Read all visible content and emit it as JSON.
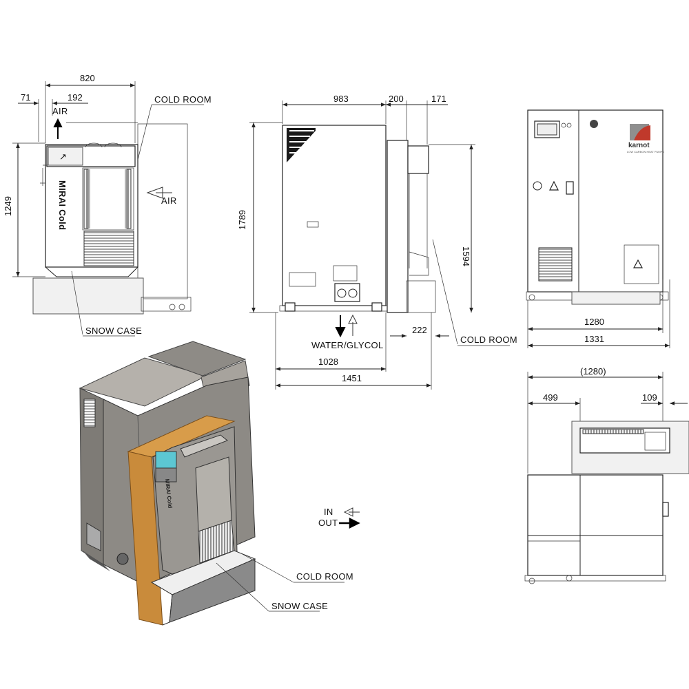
{
  "brand": {
    "name": "karnot",
    "tagline": "LOW CARBON HEAT PUMPS",
    "logo_colors": [
      "#9a9a9a",
      "#c0392b"
    ]
  },
  "unit_label": "MIRAI Cold",
  "labels": {
    "cold_room": "COLD ROOM",
    "snow_case": "SNOW CASE",
    "air": "AIR",
    "water_glycol": "WATER/GLYCOL",
    "in": "IN",
    "out": "OUT"
  },
  "side_view": {
    "width_total": "820",
    "offset_left": "71",
    "air_outlet": "192",
    "height": "1249"
  },
  "front_view": {
    "depth": "983",
    "gap": "200",
    "outlet": "171",
    "height": "1789",
    "inner_height": "1594",
    "clearance": "222",
    "base": "1028",
    "total": "1451"
  },
  "rear_view": {
    "width": "1280",
    "total": "1331"
  },
  "top_view": {
    "width": "(1280)",
    "left_offset": "499",
    "right_offset": "109"
  },
  "colors": {
    "wall": "#c98b3b",
    "display": "#5cc7d3",
    "casing": "#8a8a8a"
  }
}
